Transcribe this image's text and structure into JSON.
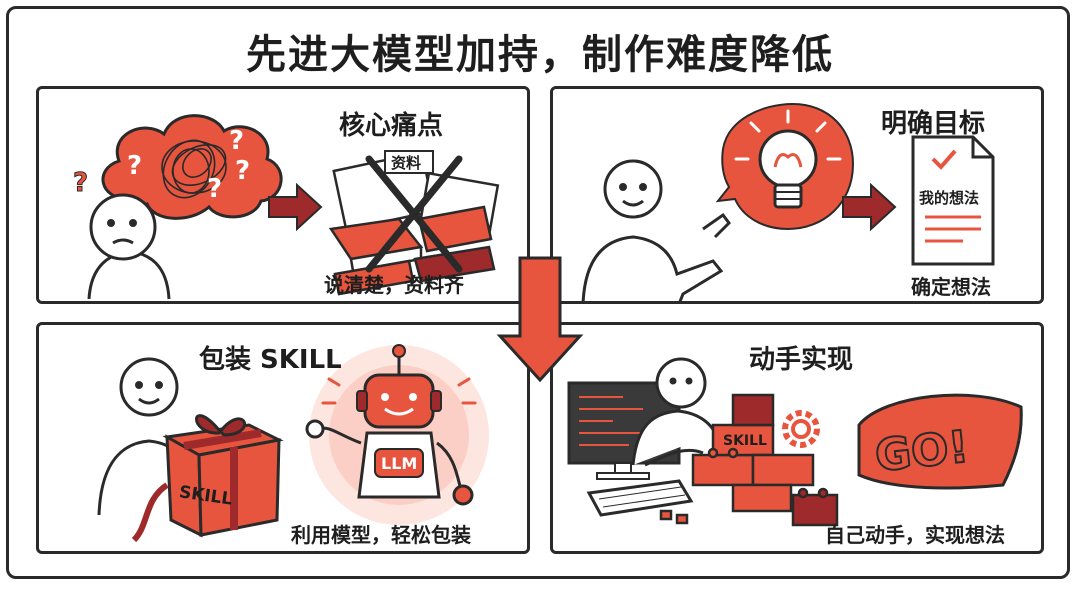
{
  "title": "先进大模型加持，制作难度降低",
  "panels": {
    "pain_point": {
      "title": "核心痛点",
      "caption": "说清楚，资料齐",
      "doc_label": "资料"
    },
    "goal": {
      "title": "明确目标",
      "caption": "确定想法",
      "doc_label": "我的想法"
    },
    "package": {
      "title": "包装 SKILL",
      "caption": "利用模型，轻松包装",
      "box_label": "SKILL",
      "robot_label": "LLM"
    },
    "build": {
      "title": "动手实现",
      "caption": "自己动手，实现想法",
      "brick_label": "SKILL",
      "go_label": "GO!"
    }
  },
  "colors": {
    "accent": "#e8553f",
    "dark_red": "#9e2a2b",
    "ink": "#2a2a2a"
  }
}
